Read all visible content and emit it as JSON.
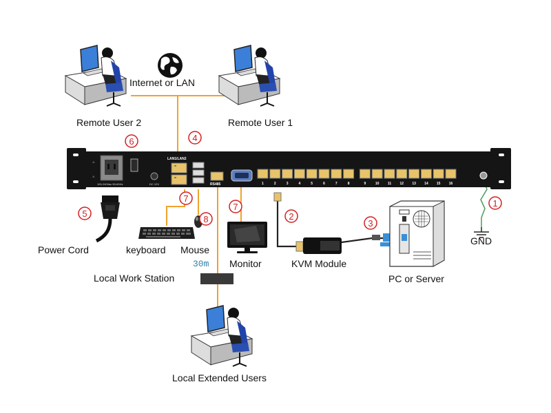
{
  "colors": {
    "cable_orange": "#f0a22c",
    "badge_red": "#d21f1f",
    "chassis": "#151515",
    "port_yellow": "#e8c36a",
    "ground_green": "#4e9a5a",
    "usb_blue": "#3a8fd8",
    "distance_blue": "#2c7fa8"
  },
  "labels": {
    "internet": "Internet or LAN",
    "remote_user_2": "Remote User 2",
    "remote_user_1": "Remote User 1",
    "power_cord": "Power Cord",
    "keyboard": "keyboard",
    "mouse": "Mouse",
    "distance": "30m",
    "local_work_station": "Local Work Station",
    "monitor": "Monitor",
    "kvm_module": "KVM Module",
    "pc_server": "PC  or Server",
    "gnd": "GND",
    "local_extended_users": "Local Extended Users"
  },
  "panel": {
    "lan_label": "LAN1/LAN2",
    "rs485_label": "RS485",
    "power_rating": "100-240Vac 50-60Hz",
    "dc_label": "DC 12V",
    "port_numbers": [
      "1",
      "2",
      "3",
      "4",
      "5",
      "6",
      "7",
      "8",
      "9",
      "10",
      "11",
      "12",
      "13",
      "14",
      "15",
      "16"
    ]
  },
  "badges": [
    "1",
    "2",
    "3",
    "4",
    "5",
    "6",
    "7",
    "7",
    "8"
  ],
  "icons": [
    "globe-icon",
    "user-workstation-icon",
    "keyboard-icon",
    "mouse-icon",
    "monitor-icon",
    "pc-tower-icon",
    "ground-icon",
    "power-plug-icon"
  ]
}
